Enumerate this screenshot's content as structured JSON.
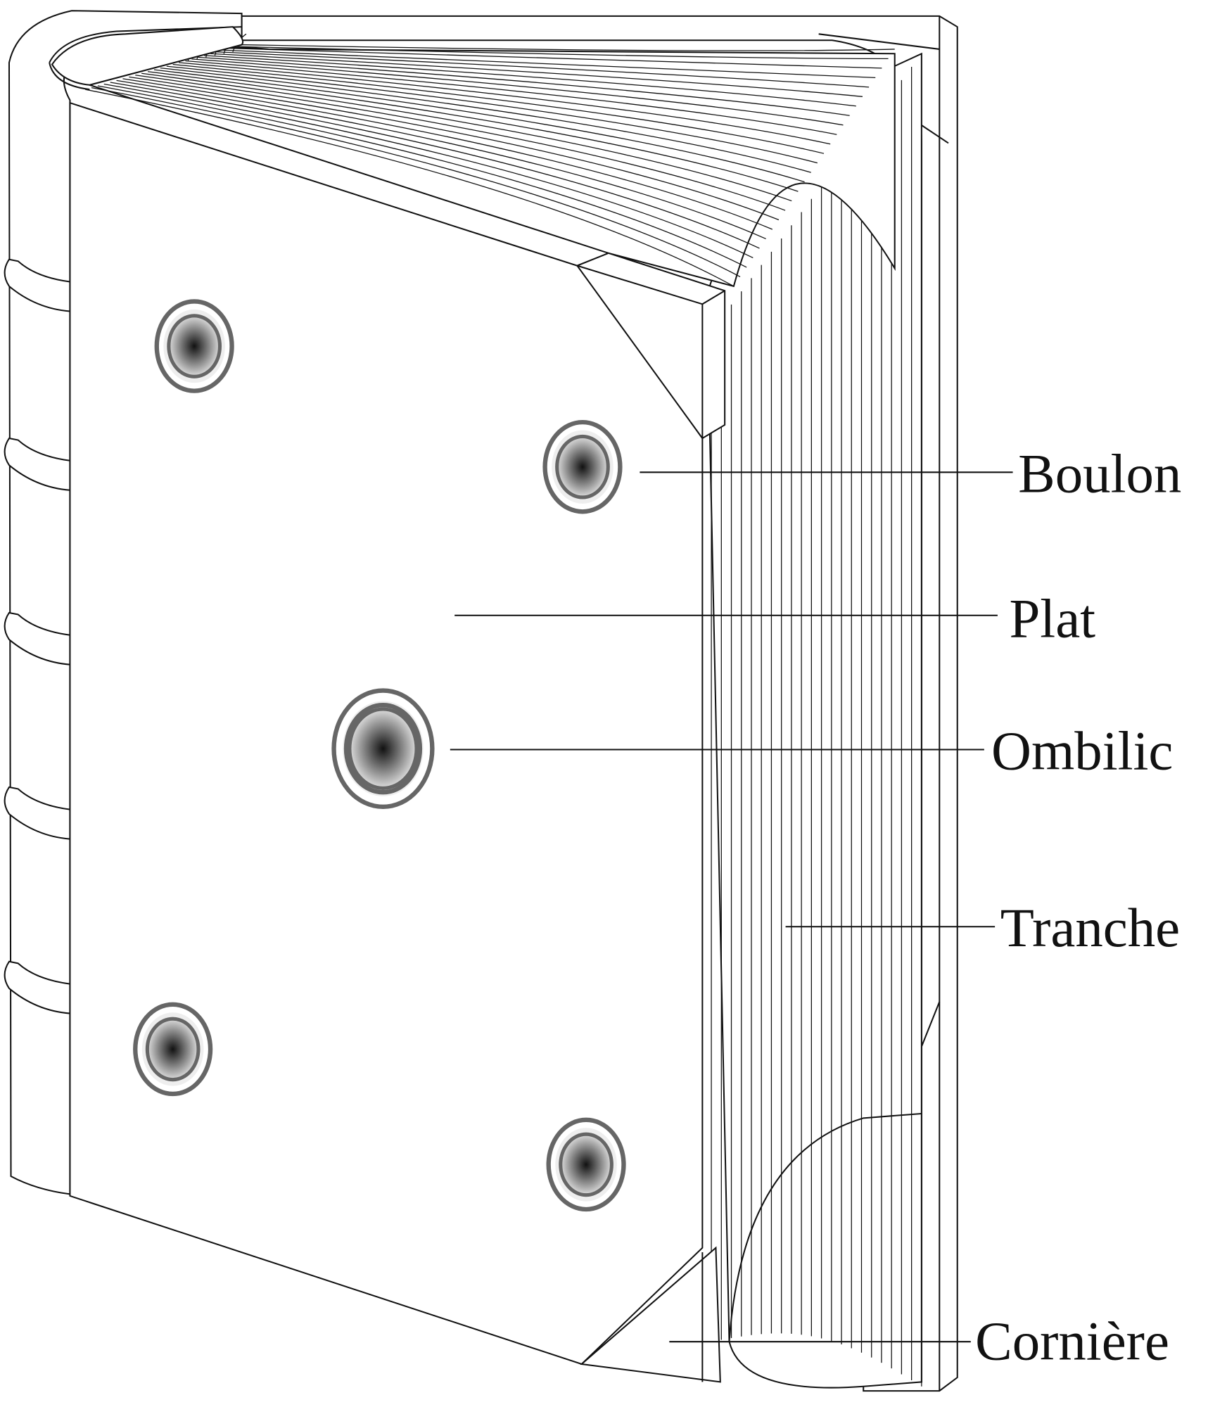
{
  "labels": {
    "boulon": "Boulon",
    "plat": "Plat",
    "ombilic": "Ombilic",
    "tranche": "Tranche",
    "corniere": "Cornière"
  },
  "colors": {
    "line": "#111111",
    "boss_ring": "#666666",
    "boss_center": "#111111"
  }
}
